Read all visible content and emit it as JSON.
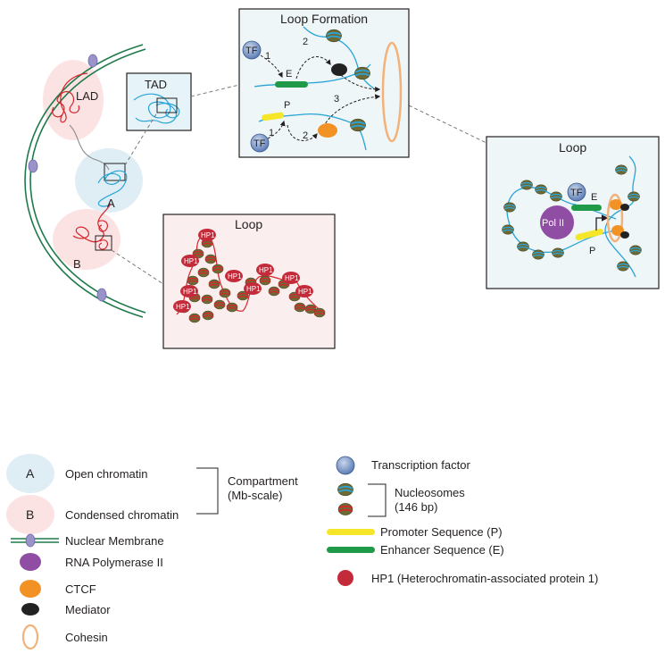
{
  "diagram": {
    "tad_label": "TAD",
    "lad_label": "LAD",
    "compartment_a_label": "A",
    "compartment_b_label": "B",
    "loop_formation": {
      "title": "Loop Formation",
      "tf_label": "TF",
      "enhancer_label": "E",
      "promoter_label": "P",
      "step_1": "1",
      "step_2": "2",
      "step_3": "3"
    },
    "condensed_loop": {
      "title": "Loop",
      "hp1_label": "HP1"
    },
    "active_loop": {
      "title": "Loop",
      "tf_label": "TF",
      "enhancer_label": "E",
      "promoter_label": "P",
      "pol_label": "Pol II"
    }
  },
  "legend": {
    "open_letter": "A",
    "open_label": "Open chromatin",
    "condensed_letter": "B",
    "condensed_label": "Condensed chromatin",
    "compartment_line1": "Compartment",
    "compartment_line2": "(Mb-scale)",
    "membrane_label": "Nuclear Membrane",
    "pol_label": "RNA Polymerase II",
    "ctcf_label": "CTCF",
    "mediator_label": "Mediator",
    "cohesin_label": "Cohesin",
    "tf_label": "Transcription factor",
    "nucleosome_line1": "Nucleosomes",
    "nucleosome_line2": "(146 bp)",
    "promoter_label": "Promoter Sequence (P)",
    "enhancer_label": "Enhancer Sequence (E)",
    "hp1_label": "HP1 (Heterochromatin-associated protein 1)"
  },
  "colors": {
    "open_chromatin": "#dfeef5",
    "condensed_chromatin": "#fbe3e3",
    "membrane": "#1f7a4a",
    "pol_ii": "#8f4ea3",
    "ctcf": "#f39224",
    "mediator": "#222222",
    "cohesin": "#f2b27a",
    "tf": "#7e97c4",
    "promoter": "#f5e62a",
    "enhancer": "#1f9a48",
    "hp1": "#c42b3a",
    "dna_blue": "#2aa4d6",
    "dna_red": "#d6252b"
  }
}
